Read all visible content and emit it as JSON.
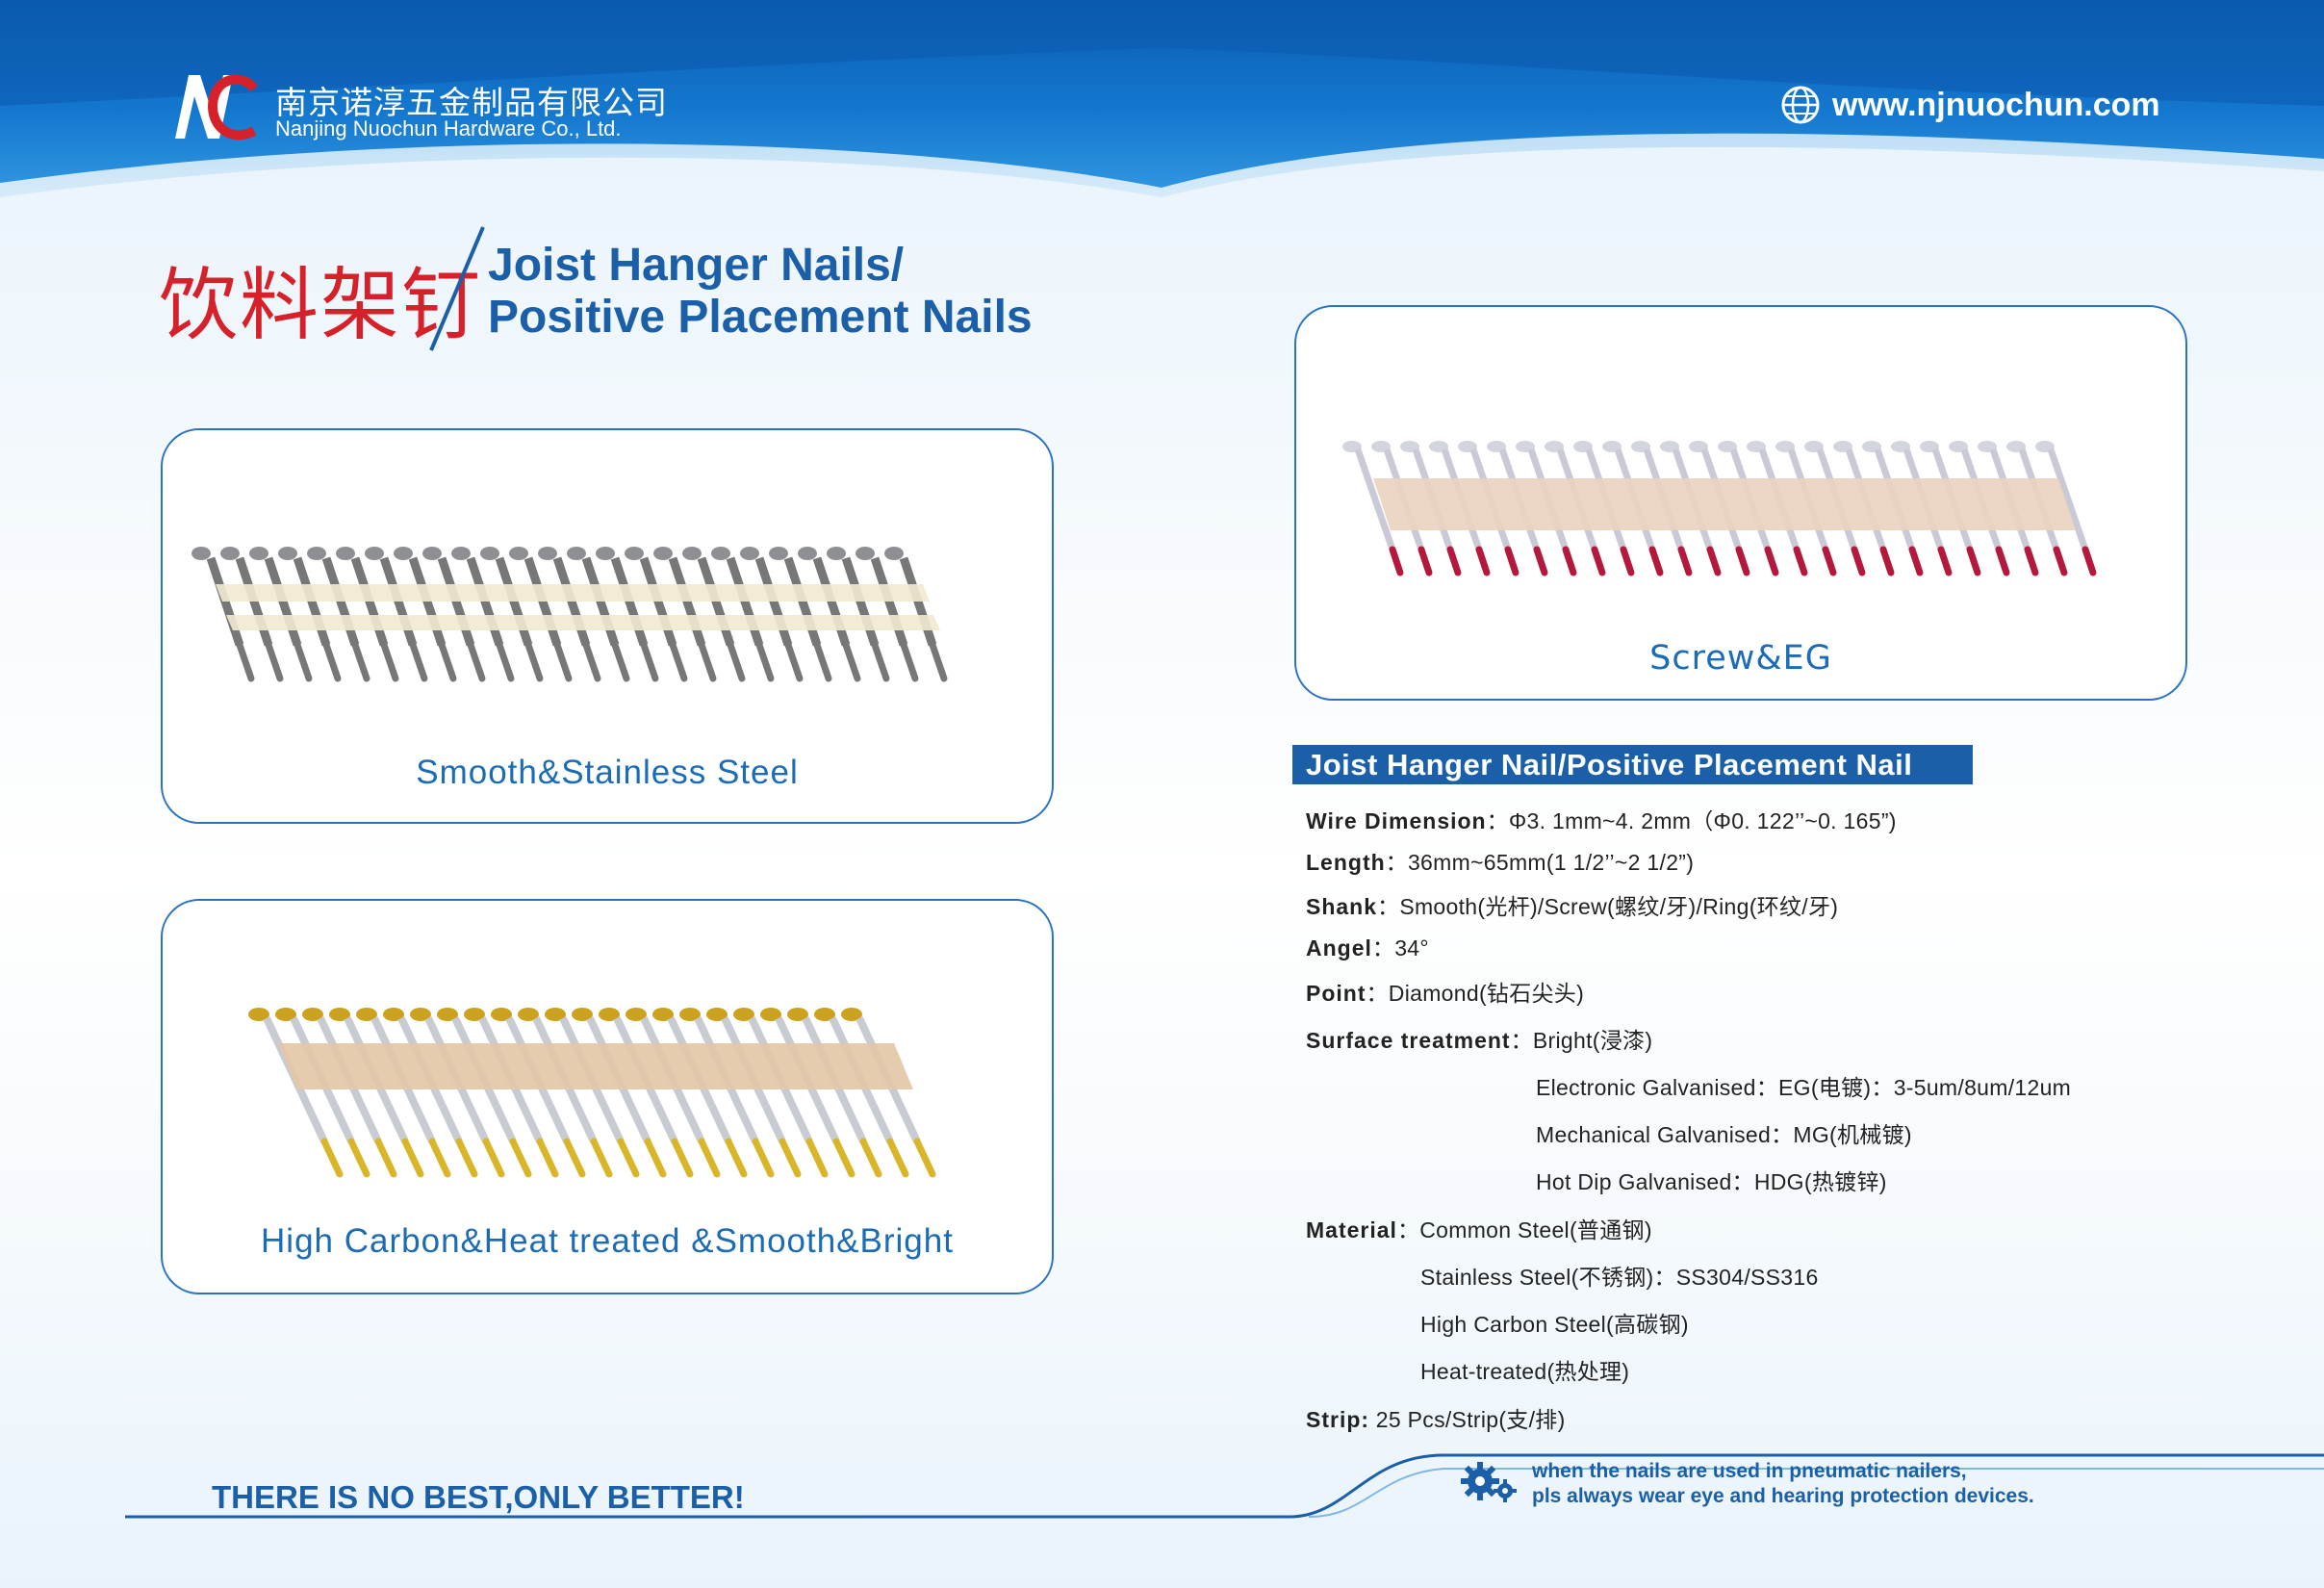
{
  "header": {
    "company_cn": "南京诺淳五金制品有限公司",
    "company_en": "Nanjing Nuochun Hardware Co., Ltd.",
    "website": "www.njnuochun.com",
    "logo_icon": "nc-logo-icon",
    "globe_icon": "globe-icon"
  },
  "title": {
    "cn": "饮料架钉",
    "en_line1": "Joist Hanger Nails/",
    "en_line2": "Positive Placement Nails"
  },
  "products": [
    {
      "caption": "Smooth&Stainless Steel",
      "finish": "stainless"
    },
    {
      "caption": "High Carbon&Heat treated &Smooth&Bright",
      "finish": "bright"
    },
    {
      "caption": "Screw&EG",
      "finish": "screw-eg"
    }
  ],
  "specs": {
    "heading": "Joist Hanger Nail/Positive Placement Nail",
    "wire_label": "Wire Dimension",
    "wire_value": "：Φ3. 1mm~4. 2mm（Φ0. 122’’~0. 165”)",
    "length_label": "Length",
    "length_value": "：36mm~65mm(1 1/2’’~2 1/2”)",
    "shank_label": "Shank",
    "shank_value": "：Smooth(光杆)/Screw(螺纹/牙)/Ring(环纹/牙)",
    "angle_label": "Angel",
    "angle_value": "：34°",
    "point_label": "Point",
    "point_value": "：Diamond(钻石尖头)",
    "surface_label": "Surface treatment",
    "surface_value": "：Bright(浸漆)",
    "surface_eg": "Electronic Galvanised：EG(电镀)：3-5um/8um/12um",
    "surface_mg": "Mechanical Galvanised：MG(机械镀)",
    "surface_hdg": "Hot Dip Galvanised：HDG(热镀锌)",
    "material_label": "Material",
    "material_value": "：Common Steel(普通钢)",
    "material_ss": "Stainless Steel(不锈钢)：SS304/SS316",
    "material_hc": "High Carbon Steel(高碳钢)",
    "material_ht": "Heat-treated(热处理)",
    "strip_label": "Strip:",
    "strip_value": " 25 Pcs/Strip(支/排)"
  },
  "footer": {
    "slogan": "THERE IS NO BEST,ONLY BETTER!",
    "warning_line1": "when the nails are used in pneumatic nailers,",
    "warning_line2": "pls always wear eye and hearing protection devices.",
    "gear_icon": "gear-icon"
  },
  "colors": {
    "brand_blue": "#1a5fa8",
    "title_red": "#d6202a",
    "card_border": "#2a73c0"
  }
}
